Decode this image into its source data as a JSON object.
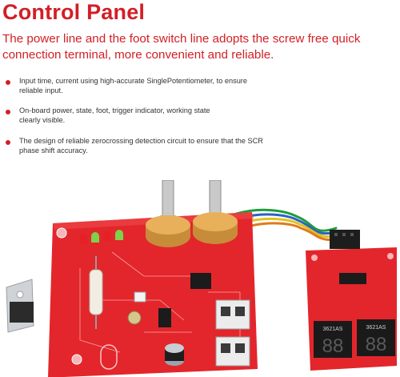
{
  "header": {
    "title": "Control Panel",
    "subtitle": "The power line and the foot switch line adopts the screw free quick connection terminal, more convenient and reliable."
  },
  "bullets": [
    {
      "line1": "Input time, current using high-accurate SinglePotentiometer, to ensure",
      "line2": "reliable input."
    },
    {
      "line1": "On-board power, state, foot, trigger indicator, working state",
      "line2": "clearly visible."
    },
    {
      "line1": "The design of reliable zerocrossing detection circuit to ensure that the SCR",
      "line2": "phase shift accuracy."
    }
  ],
  "display": {
    "chip_label_left": "3621AS",
    "chip_label_right": "3621AS",
    "digits_left": "88",
    "digits_right": "88"
  },
  "colors": {
    "accent": "#d21f26",
    "board": "#e3262b",
    "text": "#333333"
  }
}
